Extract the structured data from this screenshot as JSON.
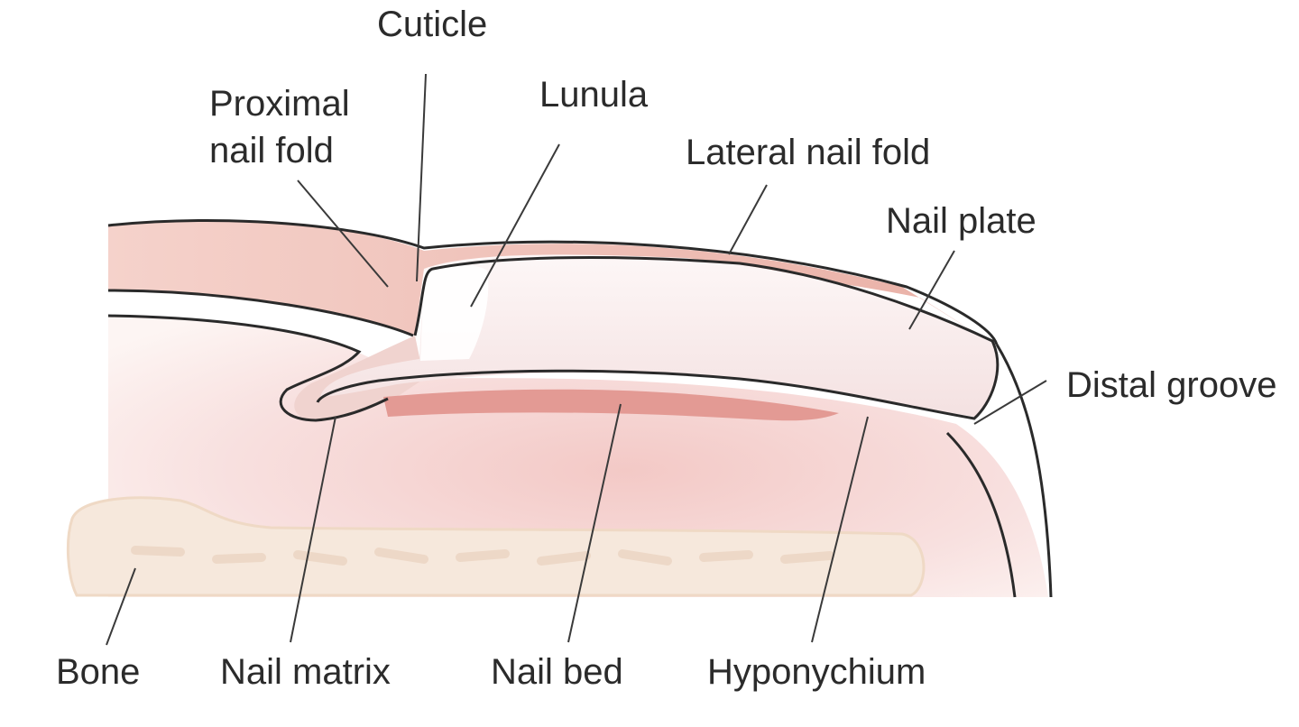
{
  "labels": {
    "cuticle": "Cuticle",
    "proximal_nail_fold_line1": "Proximal",
    "proximal_nail_fold_line2": "nail fold",
    "lunula": "Lunula",
    "lateral_nail_fold": "Lateral nail fold",
    "nail_plate": "Nail plate",
    "distal_groove": "Distal groove",
    "bone": "Bone",
    "nail_matrix": "Nail matrix",
    "nail_bed": "Nail bed",
    "hyponychium": "Hyponychium"
  },
  "colors": {
    "skin": "#f7e1de",
    "skin_dark": "#efc3bb",
    "nail_fold": "#eab8ae",
    "nail_plate": "#fbf3f3",
    "nail_bed": "#e39a94",
    "bone": "#f6e8dc",
    "outline": "#2a2a2a"
  }
}
